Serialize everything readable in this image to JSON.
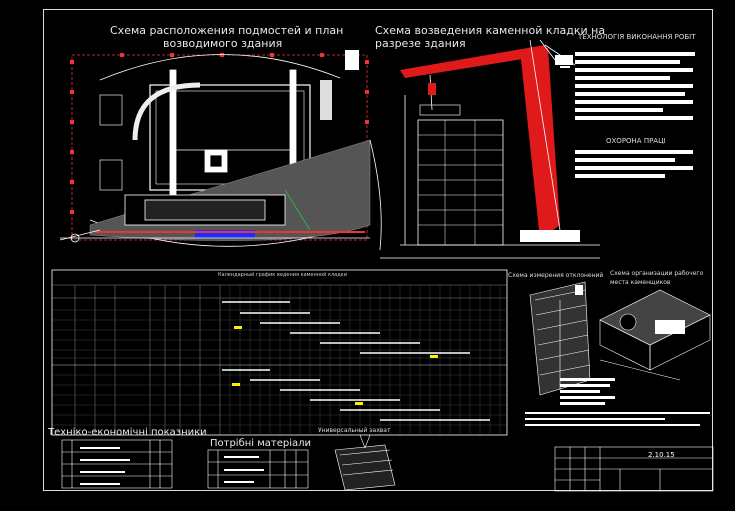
{
  "sheet": {
    "title_plan": "Схема расположения подмостей и план",
    "title_plan_2": "возводимого здания",
    "title_section": "Схема возведения каменной кладки на",
    "title_section_2": "разрезе здания",
    "tech_header": "ТЕХНОЛОГІЯ ВИКОНАННЯ РОБІТ",
    "safety_header": "ОХОРОНА ПРАЦІ",
    "schedule_title": "Календарный график ведения каменной кладки",
    "deviation_title": "Схема измерения отклонений",
    "workplace_title": "Схема организации рабочего",
    "workplace_title_2": "места каменщиков",
    "tep_title": "Техніко-економічні показники",
    "materials_title": "Потрібні матеріали",
    "grab_title": "Универсальный захват",
    "stamp_code": "2.10.15"
  },
  "colors": {
    "background": "#000000",
    "line": "#ffffff",
    "crane": "#e0191b",
    "scaffold": "#d00000",
    "highlight": "#ffee00",
    "blue": "#1a2cff",
    "green": "#21c43a"
  }
}
